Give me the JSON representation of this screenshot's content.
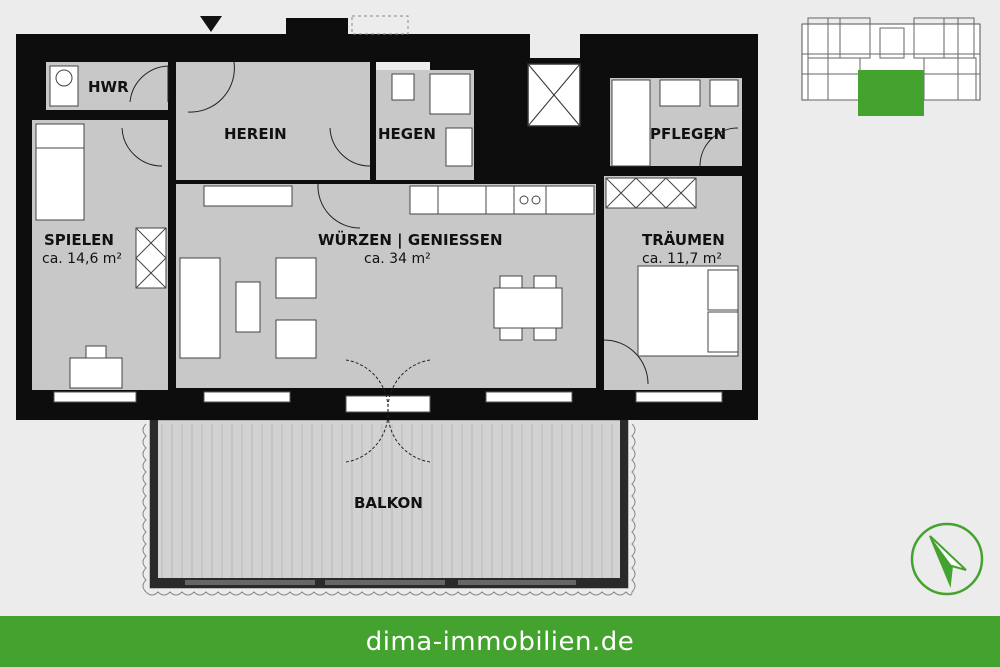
{
  "rooms": {
    "hwr": {
      "label": "HWR"
    },
    "herein": {
      "label": "HEREIN"
    },
    "hegen": {
      "label": "HEGEN"
    },
    "pflegen": {
      "label": "PFLEGEN"
    },
    "spielen": {
      "label": "SPIELEN",
      "area": "ca. 14,6 m²"
    },
    "wuerzen": {
      "label": "WÜRZEN | GENIESSEN",
      "area": "ca. 34 m²"
    },
    "traeumen": {
      "label": "TRÄUMEN",
      "area": "ca. 11,7 m²"
    },
    "balkon": {
      "label": "BALKON"
    }
  },
  "footer": {
    "website": "dima-immobilien.de"
  },
  "colors": {
    "wall": "#0d0d0d",
    "floor": "#c8c8c8",
    "furniture": "#ffffff",
    "brand_green": "#43a32e",
    "background": "#ececec"
  },
  "icons": {
    "entrance": "entrance-arrow-icon",
    "compass": "north-arrow-icon"
  }
}
